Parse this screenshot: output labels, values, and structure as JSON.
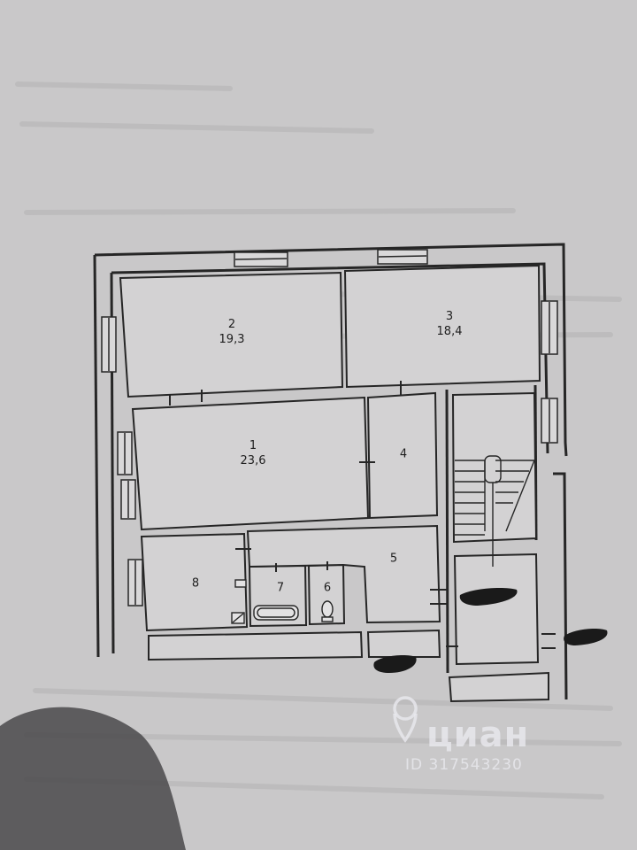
{
  "colors": {
    "paper": "#c9c8c9",
    "wall": "#262626",
    "room_fill": "#d3d2d3",
    "blot": "#1a1a1a"
  },
  "rooms": [
    {
      "number": "2",
      "area": "19,3"
    },
    {
      "number": "3",
      "area": "18,4"
    },
    {
      "number": "1",
      "area": "23,6"
    },
    {
      "number": "4",
      "area": ""
    },
    {
      "number": "8",
      "area": ""
    },
    {
      "number": "7",
      "area": ""
    },
    {
      "number": "6",
      "area": ""
    },
    {
      "number": "5",
      "area": ""
    }
  ],
  "watermark": {
    "brand": "циан",
    "listing_id": "ID 317543230",
    "icon": "location-pin-icon"
  }
}
